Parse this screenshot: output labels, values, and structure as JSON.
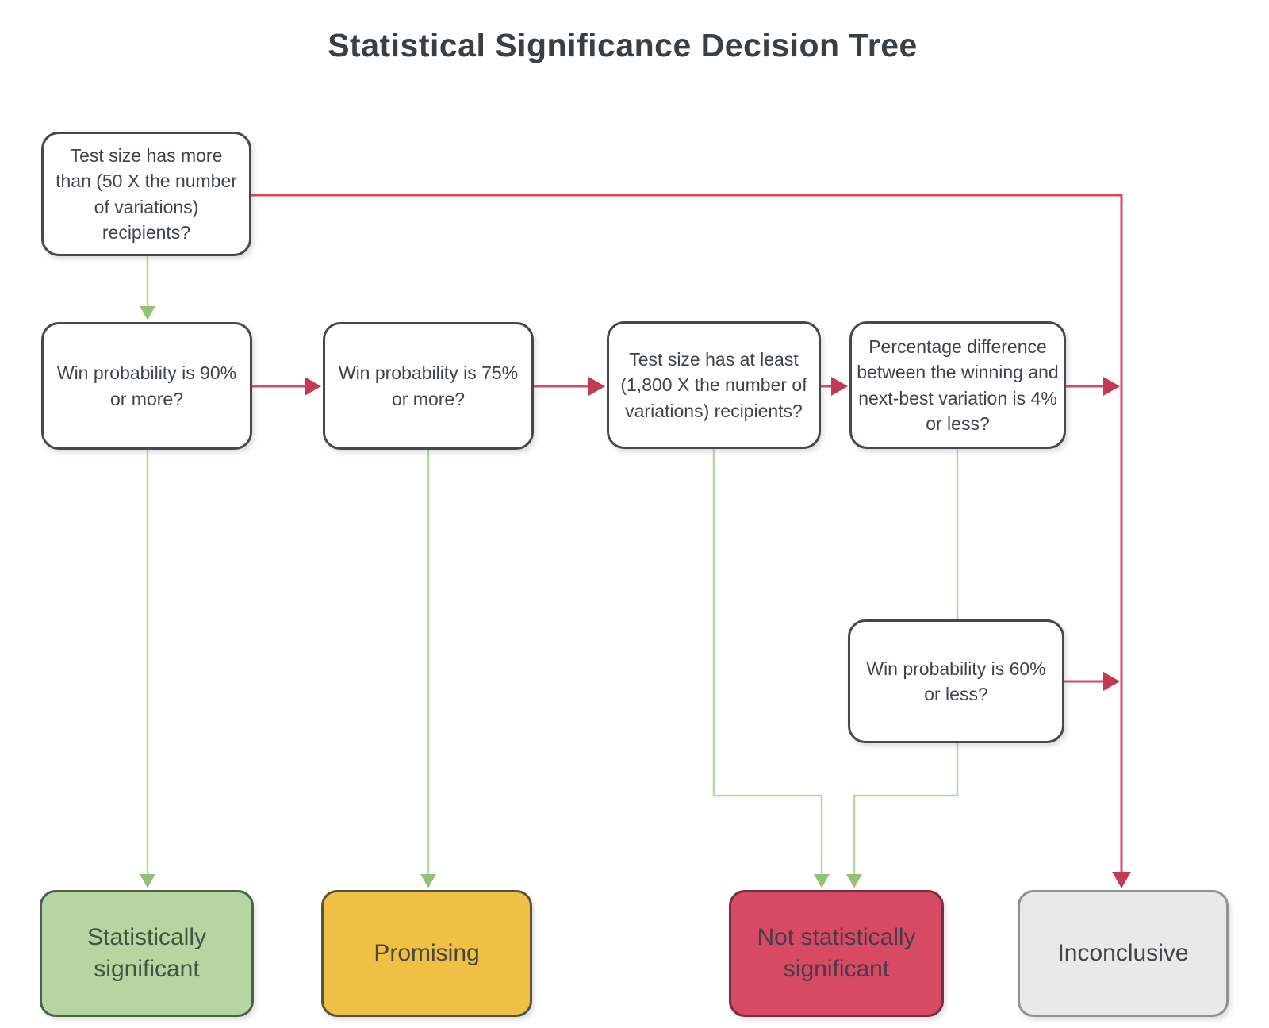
{
  "title": "Statistical Significance Decision Tree",
  "connectors": {
    "yes_path_color": "#b7d8a1",
    "no_path_color": "#d8495c"
  },
  "questions": {
    "test_size_50x": {
      "label": "Test size has more than (50 X the number of variations) recipients?"
    },
    "win_prob_90": {
      "label": "Win probability is 90% or more?"
    },
    "win_prob_75": {
      "label": "Win probability is 75% or more?"
    },
    "test_size_1800x": {
      "label": "Test size has at least (1,800 X the number of variations) recipients?"
    },
    "pct_diff_4": {
      "label": "Percentage difference between the winning and next-best variation is 4% or less?"
    },
    "win_prob_60": {
      "label": "Win probability is 60% or less?"
    }
  },
  "outcomes": {
    "statistically_significant": {
      "label": "Statistically significant",
      "fill": "#b5d6a3"
    },
    "promising": {
      "label": "Promising",
      "fill": "#eec044"
    },
    "not_statistically_significant": {
      "label": "Not statistically significant",
      "fill": "#d84a64"
    },
    "inconclusive": {
      "label": "Inconclusive",
      "fill": "#e9e9e9"
    }
  }
}
